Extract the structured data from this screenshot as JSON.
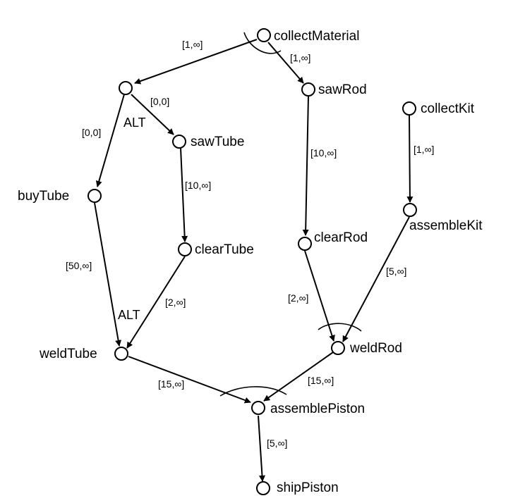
{
  "nodes": {
    "collectMaterial": "collectMaterial",
    "sawRod": "sawRod",
    "collectKit": "collectKit",
    "sawTube": "sawTube",
    "buyTube": "buyTube",
    "clearTube": "clearTube",
    "clearRod": "clearRod",
    "assembleKit": "assembleKit",
    "weldTube": "weldTube",
    "weldRod": "weldRod",
    "assemblePiston": "assemblePiston",
    "shipPiston": "shipPiston"
  },
  "edges": {
    "cm_alt": "[1,∞]",
    "cm_sawRod": "[1,∞]",
    "alt_sawTube": "[0,0]",
    "alt_buyTube": "[0,0]",
    "sawTube_clearTube": "[10,∞]",
    "sawRod_clearRod": "[10,∞]",
    "collectKit_assembleKit": "[1,∞]",
    "buyTube_weldTube": "[50,∞]",
    "clearTube_weldTube": "[2,∞]",
    "clearRod_weldRod": "[2,∞]",
    "assembleKit_weldRod": "[5,∞]",
    "weldTube_assemblePiston": "[15,∞]",
    "weldRod_assemblePiston": "[15,∞]",
    "assemblePiston_shipPiston": "[5,∞]"
  },
  "alt_labels": {
    "top": "ALT",
    "bottom": "ALT"
  }
}
